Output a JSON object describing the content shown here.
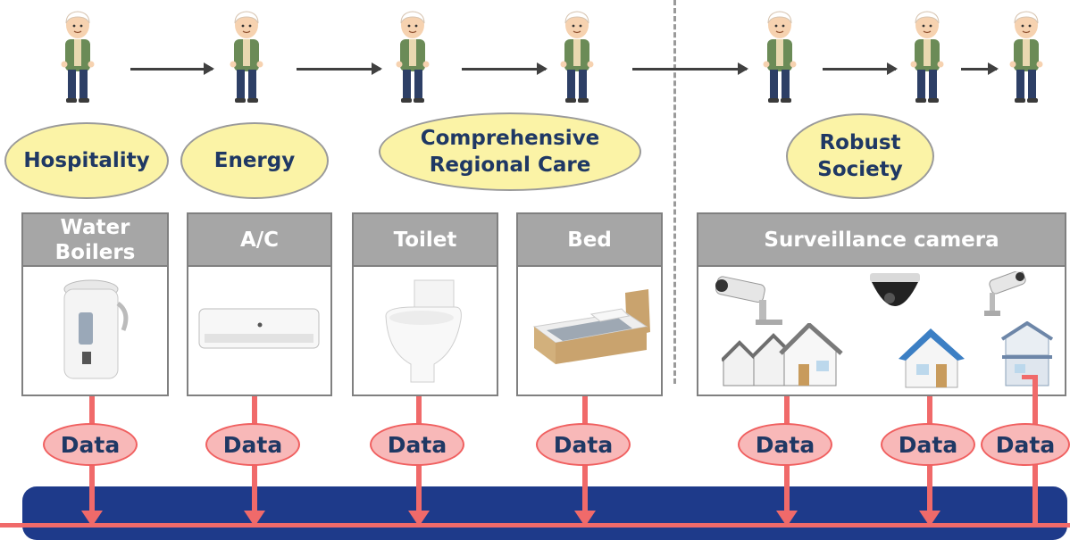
{
  "services": [
    "Hospitality",
    "Energy",
    "Comprehensive Regional Care",
    "Robust Society"
  ],
  "devices": {
    "water_boilers": "Water Boilers",
    "ac": "A/C",
    "toilet": "Toilet",
    "bed": "Bed",
    "surveillance": "Surveillance camera"
  },
  "data_label": "Data",
  "colors": {
    "ellipse_fill": "#fbf3a6",
    "header_fill": "#a6a6a6",
    "data_fill": "#f8b8b8",
    "data_line": "#f06a6a",
    "platform": "#1e3a8a"
  }
}
